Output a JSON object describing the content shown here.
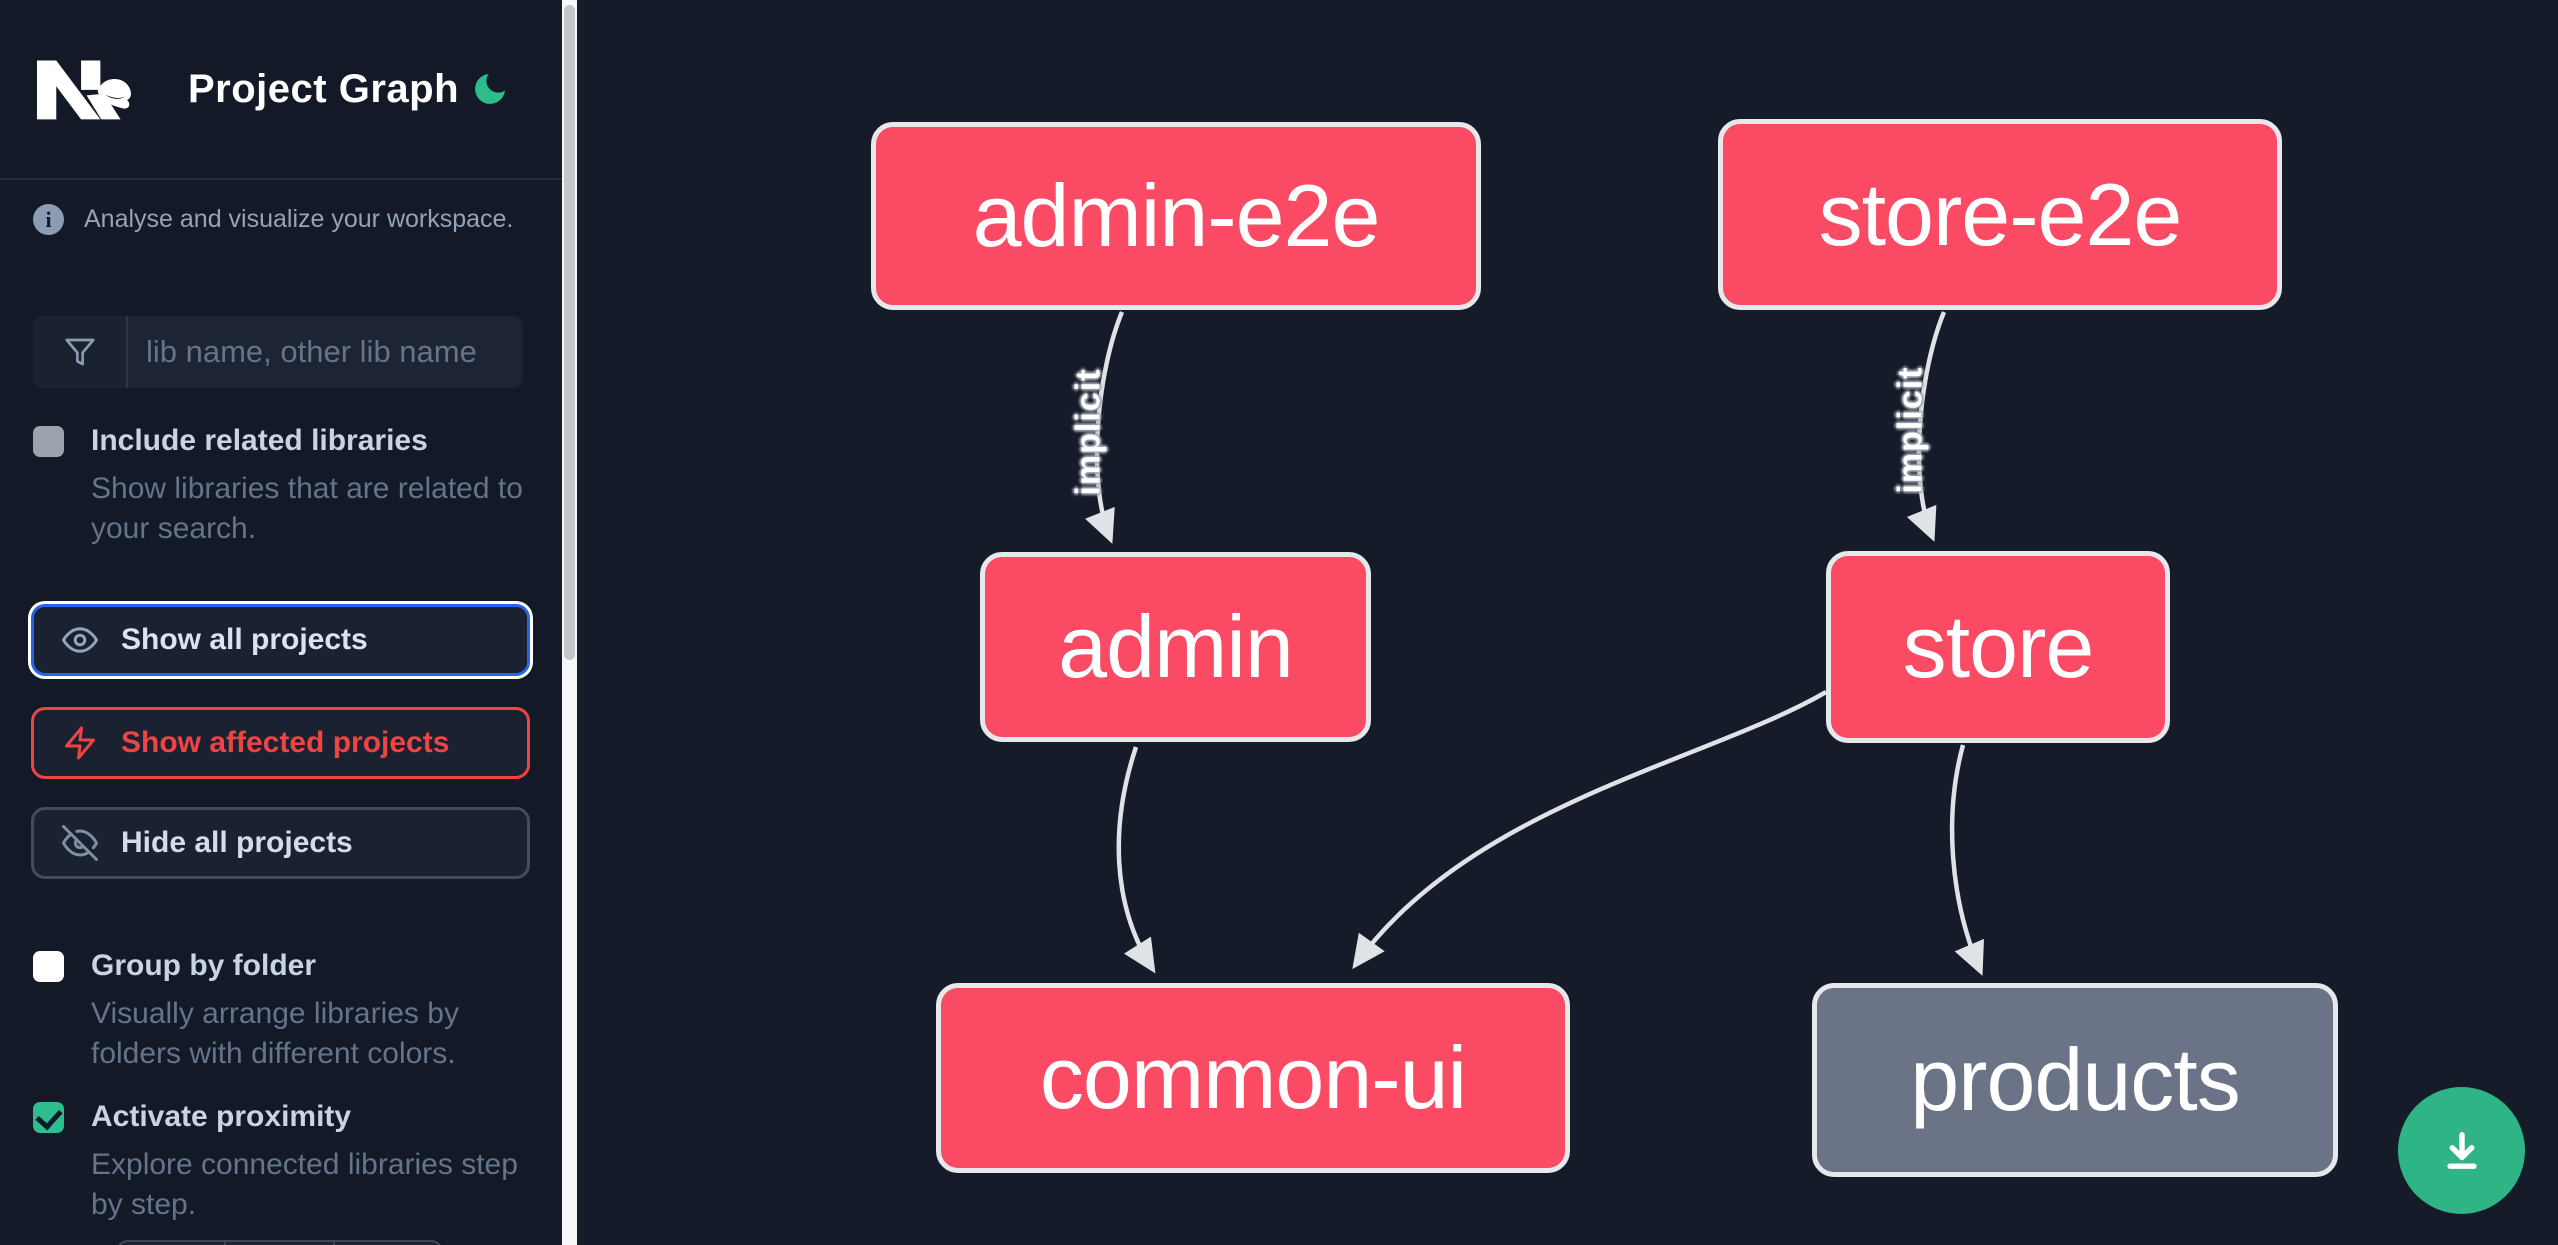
{
  "header": {
    "title": "Project Graph",
    "logo": "nx-logo",
    "theme_toggle": "moon-icon"
  },
  "sidebar": {
    "info_text": "Analyse and visualize your workspace.",
    "search": {
      "placeholder": "lib name, other lib name",
      "icon": "funnel-icon",
      "value": ""
    },
    "checkboxes": [
      {
        "label": "Include related libraries",
        "description": "Show libraries that are related to your search.",
        "checked": false,
        "disabled": true
      },
      {
        "label": "Group by folder",
        "description": "Visually arrange libraries by folders with different colors.",
        "checked": false
      },
      {
        "label": "Activate proximity",
        "description": "Explore connected libraries step by step.",
        "checked": true
      }
    ],
    "buttons": [
      {
        "label": "Show all projects",
        "icon": "eye-icon",
        "state": "focused"
      },
      {
        "label": "Show affected projects",
        "icon": "zap-icon",
        "state": "affected"
      },
      {
        "label": "Hide all projects",
        "icon": "eye-off-icon",
        "state": "default"
      }
    ]
  },
  "graph": {
    "nodes": [
      {
        "id": "admin-e2e",
        "label": "admin-e2e",
        "kind": "affected"
      },
      {
        "id": "store-e2e",
        "label": "store-e2e",
        "kind": "affected"
      },
      {
        "id": "admin",
        "label": "admin",
        "kind": "affected"
      },
      {
        "id": "store",
        "label": "store",
        "kind": "affected"
      },
      {
        "id": "common-ui",
        "label": "common-ui",
        "kind": "affected"
      },
      {
        "id": "products",
        "label": "products",
        "kind": "normal"
      }
    ],
    "edges": [
      {
        "source": "admin-e2e",
        "target": "admin",
        "label": "implicit"
      },
      {
        "source": "store-e2e",
        "target": "store",
        "label": "implicit"
      },
      {
        "source": "admin",
        "target": "common-ui",
        "label": ""
      },
      {
        "source": "store",
        "target": "common-ui",
        "label": ""
      },
      {
        "source": "store",
        "target": "products",
        "label": ""
      }
    ]
  },
  "fab": {
    "icon": "download-icon"
  },
  "colors": {
    "affected_node": "#fa4a64",
    "normal_node": "#6a7486",
    "node_border": "#e7e8ec",
    "edge": "#dfe2e6",
    "fab_green": "#2eb485",
    "moon_green": "#2dbd8b",
    "focus_blue": "#2563eb",
    "affected_red": "#ef4444",
    "checkbox_green": "#30bd8d",
    "sidebar_bg": "#141927",
    "graph_bg": "#151b28"
  }
}
